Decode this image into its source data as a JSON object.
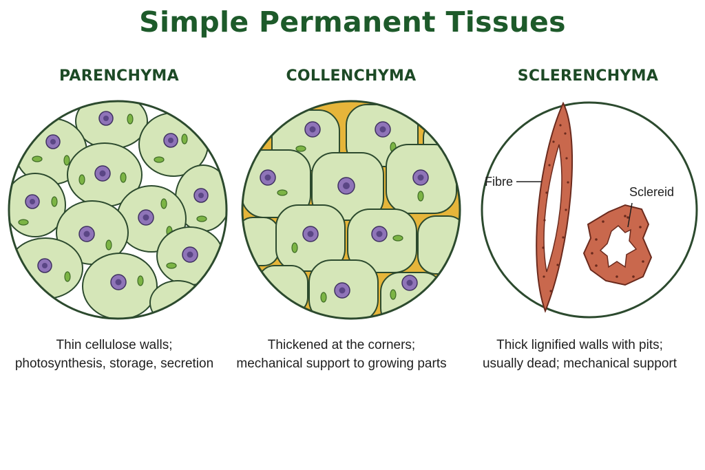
{
  "title": "Simple Permanent Tissues",
  "panels": [
    {
      "heading": "PARENCHYMA",
      "caption_line1": "Thin cellulose walls;",
      "caption_line2": "photosynthesis, storage, secretion"
    },
    {
      "heading": "COLLENCHYMA",
      "caption_line1": "Thickened at the corners;",
      "caption_line2": "mechanical support to growing parts"
    },
    {
      "heading": "SCLERENCHYMA",
      "caption_line1": "Thick lignified walls with pits;",
      "caption_line2": "usually dead; mechanical support",
      "labels": {
        "fibre": "Fibre",
        "sclereid": "Sclereid"
      }
    }
  ],
  "colors": {
    "title": "#1d5a2a",
    "cell_fill": "#d5e6b8",
    "cell_wall": "#2c4a2e",
    "nucleus": "#8f74b8",
    "chloroplast": "#7cb445",
    "collenchyma_thickening": "#e6b53a",
    "lignified_wall": "#c9684d"
  }
}
